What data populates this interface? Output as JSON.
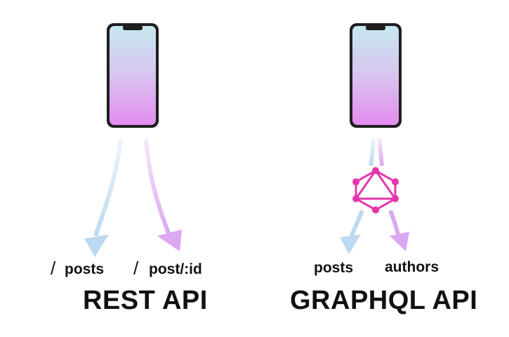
{
  "rest": {
    "title": "REST API",
    "endpoint_posts": "posts",
    "endpoint_post_id": "post/:id",
    "slash_symbol": "/"
  },
  "graphql": {
    "title": "GRAPHQL API",
    "field_posts": "posts",
    "field_authors": "authors"
  },
  "colors": {
    "blue_arrow": "#bcd9ef",
    "purple_arrow": "#dba8f0",
    "graphql_pink": "#e535ab",
    "phone_frame": "#1e1e1e",
    "screen_top": "#c6e6ef",
    "screen_bottom": "#e48cf0",
    "text": "#111111"
  },
  "icons": {
    "client": "smartphone-icon",
    "graphql": "graphql-logo-icon"
  }
}
